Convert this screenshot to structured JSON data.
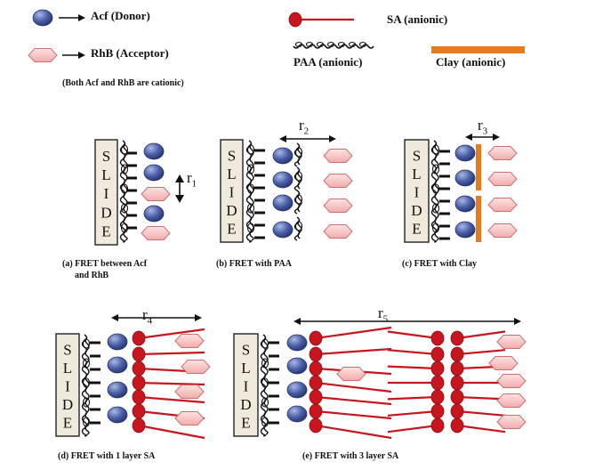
{
  "legend": {
    "acf": "Acf (Donor)",
    "rhb": "RhB (Acceptor)",
    "sa": "SA (anionic)",
    "paa": "PAA (anionic)",
    "clay": "Clay (anionic)",
    "note": "(Both Acf and RhB are cationic)"
  },
  "slide_text": "SLIDE",
  "panels": {
    "a": {
      "caption_line1": "(a) FRET between Acf",
      "caption_line2": "and RhB",
      "distance": "r",
      "subscript": "1"
    },
    "b": {
      "caption": "(b) FRET with PAA",
      "distance": "r",
      "subscript": "2"
    },
    "c": {
      "caption": "(c) FRET with Clay",
      "distance": "r",
      "subscript": "3"
    },
    "d": {
      "caption": "(d) FRET with 1 layer SA",
      "distance": "r",
      "subscript": "4"
    },
    "e": {
      "caption": "(e) FRET with 3 layer SA",
      "distance": "r",
      "subscript": "5"
    }
  },
  "colors": {
    "donor_fill": "#4a5fa8",
    "acceptor_fill": "#f6c2c2",
    "acceptor_stroke": "#cc6f6f",
    "sa_color": "#c8161e",
    "clay_color": "#e87a1e",
    "slide_fill": "#efeadb"
  }
}
